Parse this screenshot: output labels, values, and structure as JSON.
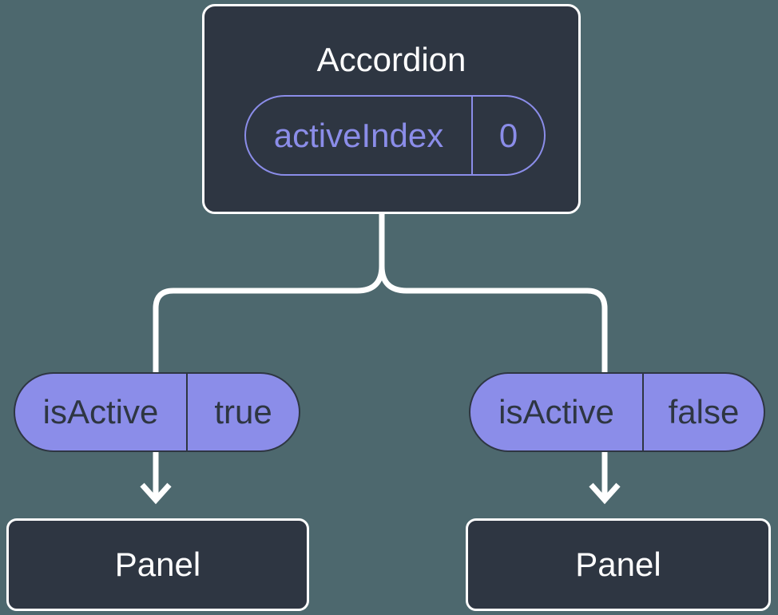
{
  "colors": {
    "background": "#4d686e",
    "node_fill": "#2e3642",
    "node_border": "#ffffff",
    "accent_purple": "#8b8de9",
    "pill_text_dark": "#2e3642",
    "connector_line": "#ffffff"
  },
  "root": {
    "title": "Accordion",
    "state": {
      "name": "activeIndex",
      "value": "0"
    }
  },
  "children": [
    {
      "prop": {
        "name": "isActive",
        "value": "true"
      },
      "target": "Panel"
    },
    {
      "prop": {
        "name": "isActive",
        "value": "false"
      },
      "target": "Panel"
    }
  ]
}
